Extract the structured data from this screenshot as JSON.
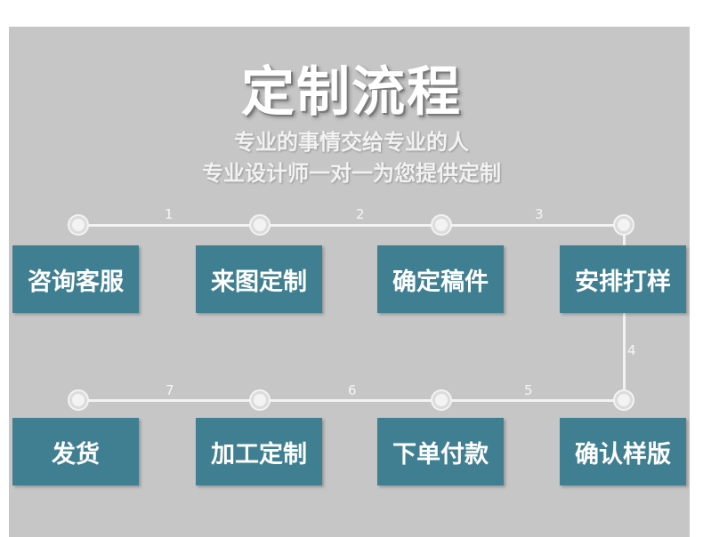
{
  "title": "定制流程",
  "subtitle_line1": "专业的事情交给专业的人",
  "subtitle_line2": "专业设计师一对一为您提供定制",
  "steps": [
    {
      "label": "咨询客服"
    },
    {
      "label": "来图定制"
    },
    {
      "label": "确定稿件"
    },
    {
      "label": "安排打样"
    },
    {
      "label": "确认样版"
    },
    {
      "label": "下单付款"
    },
    {
      "label": "加工定制"
    },
    {
      "label": "发货"
    }
  ],
  "connectors": [
    "1",
    "2",
    "3",
    "4",
    "5",
    "6",
    "7"
  ],
  "colors": {
    "box": "#3f7f91",
    "panel": "#c6c6c6",
    "line": "#f2f2f2"
  }
}
